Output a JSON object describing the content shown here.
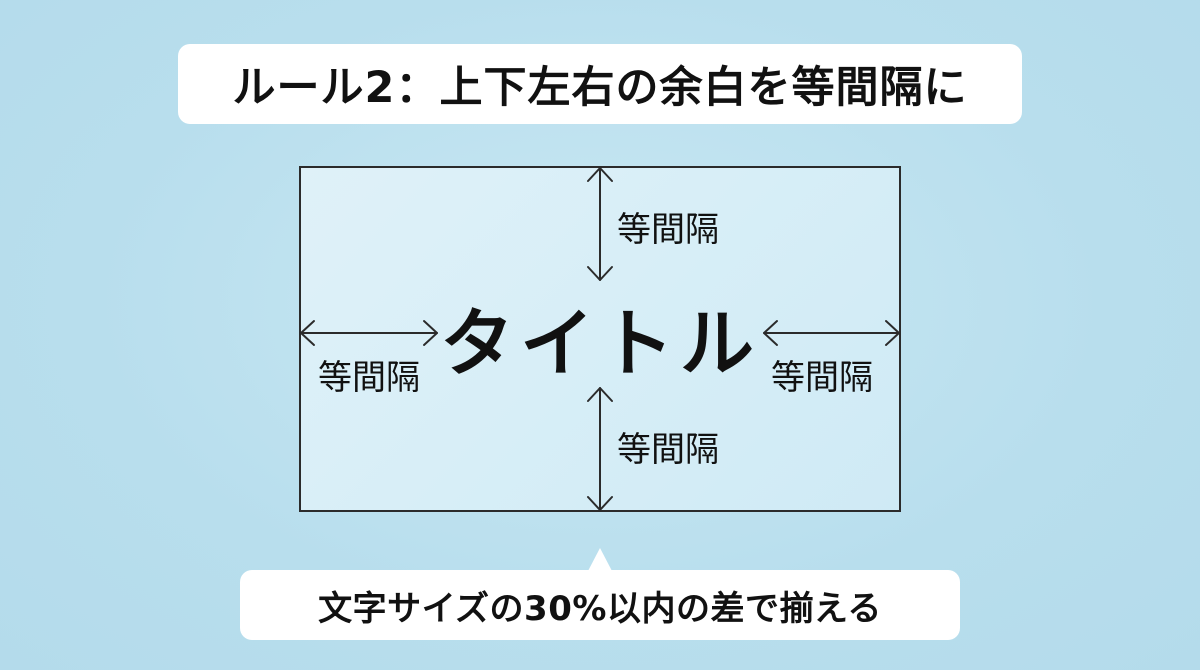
{
  "heading": "ルール2：上下左右の余白を等間隔に",
  "diagram": {
    "center_title": "タイトル",
    "top_label": "等間隔",
    "left_label": "等間隔",
    "right_label": "等間隔",
    "bottom_label": "等間隔"
  },
  "callout": "文字サイズの30%以内の差で揃える",
  "colors": {
    "background": "#b9dfee",
    "frame_fill": "#d9eff8",
    "box": "#ffffff",
    "text": "#111111"
  }
}
